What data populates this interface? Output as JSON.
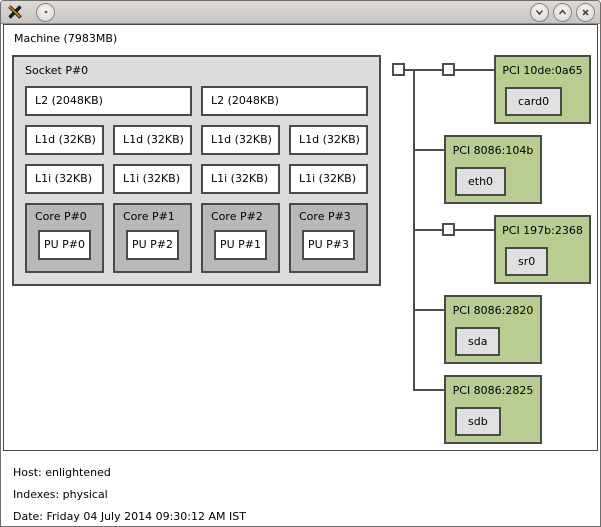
{
  "titlebar": {
    "app_icon": "lstopo-x-logo",
    "menu_button": "window-menu",
    "minimize": "minimize",
    "maximize": "maximize",
    "close": "close"
  },
  "machine": {
    "label": "Machine (7983MB)",
    "socket": {
      "label": "Socket P#0",
      "l2": [
        "L2 (2048KB)",
        "L2 (2048KB)"
      ],
      "l1d": [
        "L1d (32KB)",
        "L1d (32KB)",
        "L1d (32KB)",
        "L1d (32KB)"
      ],
      "l1i": [
        "L1i (32KB)",
        "L1i (32KB)",
        "L1i (32KB)",
        "L1i (32KB)"
      ],
      "cores": [
        {
          "label": "Core P#0",
          "pu": "PU P#0"
        },
        {
          "label": "Core P#1",
          "pu": "PU P#2"
        },
        {
          "label": "Core P#2",
          "pu": "PU P#1"
        },
        {
          "label": "Core P#3",
          "pu": "PU P#3"
        }
      ]
    },
    "pci": [
      {
        "label": "PCI 10de:0a65",
        "device": "card0",
        "bridge": true
      },
      {
        "label": "PCI 8086:104b",
        "device": "eth0",
        "bridge": false
      },
      {
        "label": "PCI 197b:2368",
        "device": "sr0",
        "bridge": true
      },
      {
        "label": "PCI 8086:2820",
        "device": "sda",
        "bridge": false
      },
      {
        "label": "PCI 8086:2825",
        "device": "sdb",
        "bridge": false
      }
    ]
  },
  "legend": {
    "host": "Host: enlightened",
    "indexes": "Indexes: physical",
    "date": "Date: Friday 04 July 2014 09:30:12 AM IST"
  },
  "colors": {
    "pci_box_green": "#b9cd92",
    "socket_gray": "#dcdcdc",
    "core_gray": "#b8b8b8",
    "device_gray": "#e0e0e0",
    "box_border": "#4a4a4a",
    "titlebar_gray": "#d3cfcc"
  }
}
